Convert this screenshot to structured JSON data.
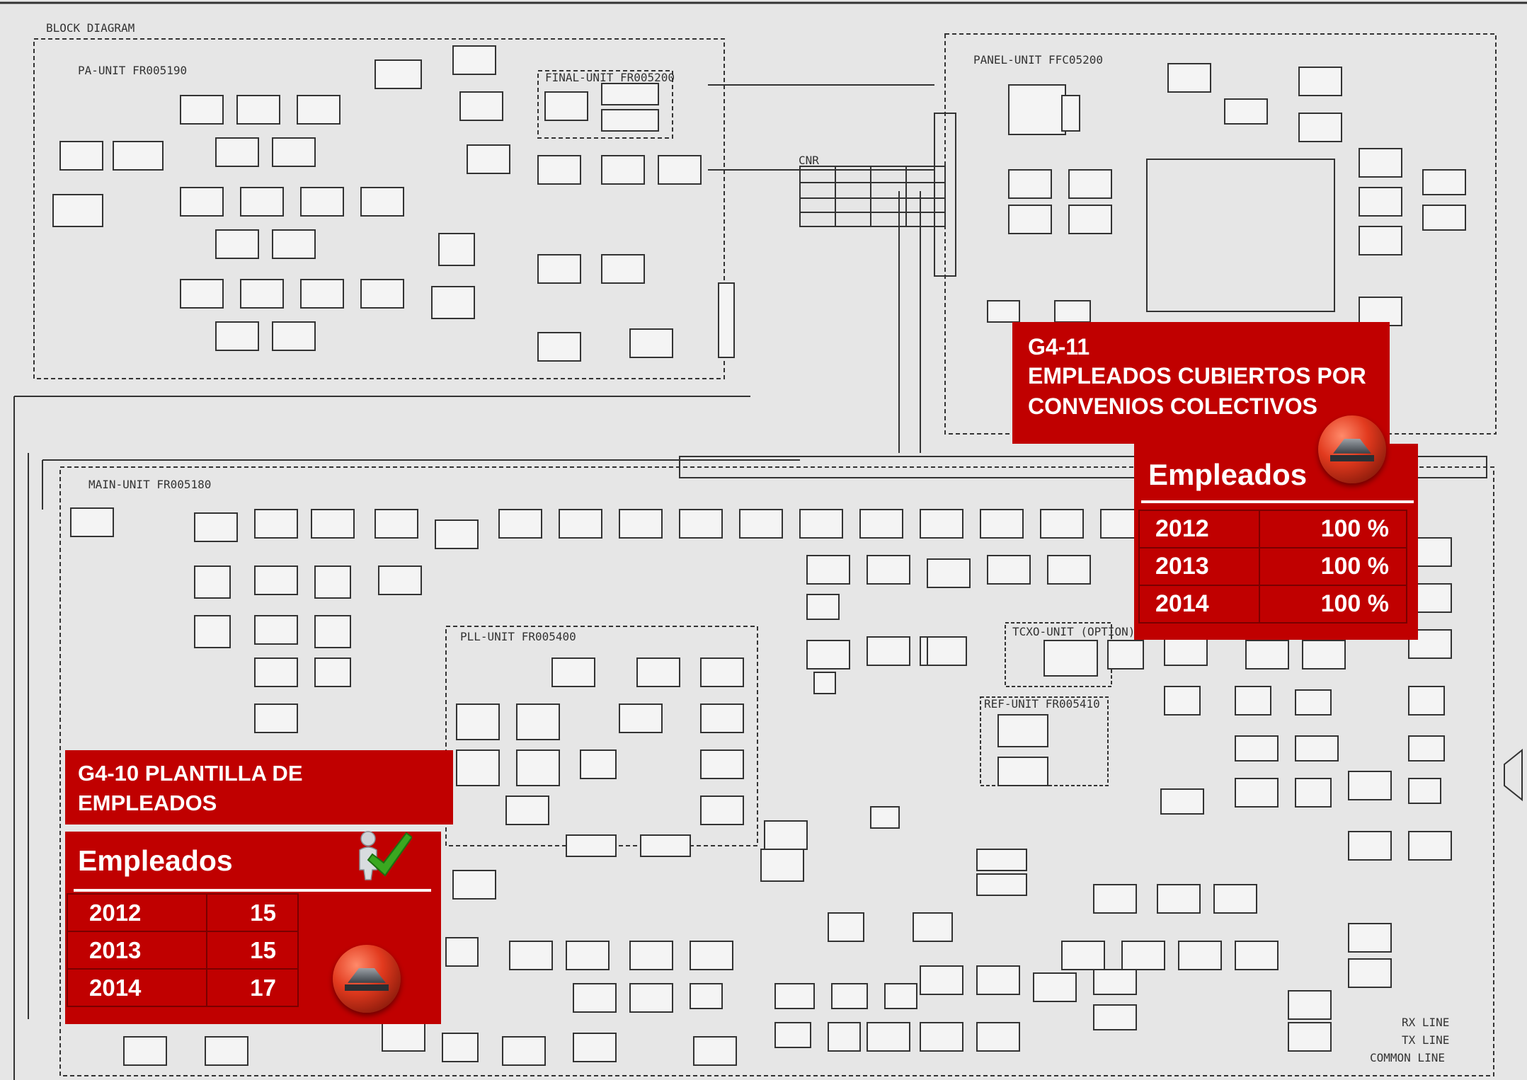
{
  "schematic": {
    "title": "BLOCK DIAGRAM",
    "pa_unit_label": "PA-UNIT FR005190",
    "final_unit_label": "FINAL-UNIT FR005200",
    "panel_unit_label": "PANEL-UNIT FFC05200",
    "main_unit_label": "MAIN-UNIT FR005180",
    "pll_unit_label": "PLL-UNIT FR005400",
    "tcxo_unit_label": "TCXO-UNIT (OPTION)",
    "ref_unit_label": "REF-UNIT FR005410",
    "cnr_label": "CNR",
    "rx_line": "RX LINE",
    "tx_line": "TX LINE",
    "common_line": "COMMON LINE"
  },
  "card_g410": {
    "heading": "G4-10 PLANTILLA DE EMPLEADOS",
    "subheading": "Empleados",
    "icon": "person-checkmark-icon",
    "logo_icon": "company-logo-icon",
    "rows": [
      {
        "year": "2012",
        "value": "15"
      },
      {
        "year": "2013",
        "value": "15"
      },
      {
        "year": "2014",
        "value": "17"
      }
    ]
  },
  "card_g411": {
    "code": "G4-11",
    "heading": "EMPLEADOS CUBIERTOS POR CONVENIOS COLECTIVOS",
    "subheading": "Empleados",
    "logo_icon": "company-logo-icon",
    "rows": [
      {
        "year": "2012",
        "value": "100 %"
      },
      {
        "year": "2013",
        "value": "100 %"
      },
      {
        "year": "2014",
        "value": "100 %"
      }
    ]
  },
  "colors": {
    "card_red": "#c00000",
    "background": "#e6e6e6",
    "line": "#333333",
    "check_green": "#3aa820"
  }
}
